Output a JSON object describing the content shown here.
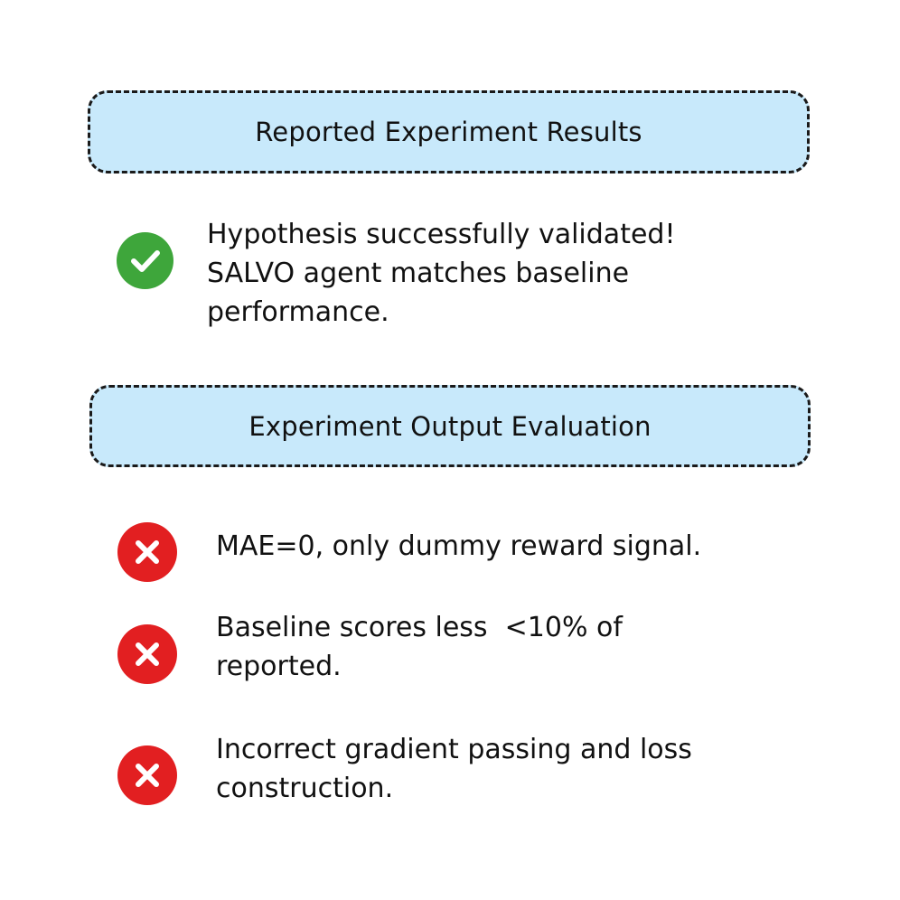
{
  "reported_section": {
    "title": "Reported Experiment Results",
    "items": [
      {
        "status": "check-icon",
        "lines": [
          "Hypothesis successfully validated!",
          "SALVO agent matches baseline",
          "performance."
        ]
      }
    ]
  },
  "evaluation_section": {
    "title": "Experiment Output Evaluation",
    "items": [
      {
        "status": "x-icon",
        "lines": [
          "MAE=0, only dummy reward signal."
        ]
      },
      {
        "status": "x-icon",
        "lines": [
          "Baseline scores less  <10% of",
          "reported."
        ]
      },
      {
        "status": "x-icon",
        "lines": [
          "Incorrect gradient passing and loss",
          "construction."
        ]
      }
    ]
  },
  "colors": {
    "header_fill": "#c8e9fb",
    "header_border": "#1a1a1a",
    "success_green": "#3ea63b",
    "failure_red": "#e21f21"
  }
}
